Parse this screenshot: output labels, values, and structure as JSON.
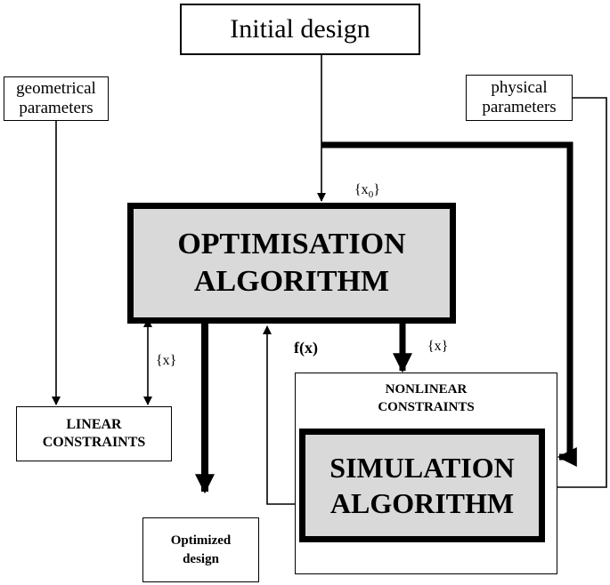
{
  "nodes": {
    "initial": "Initial design",
    "geom": [
      "geometrical",
      "parameters"
    ],
    "phys": [
      "physical",
      "parameters"
    ],
    "opt": [
      "OPTIMISATION",
      "ALGORITHM"
    ],
    "linear": [
      "LINEAR",
      "CONSTRAINTS"
    ],
    "nonlin": [
      "NONLINEAR",
      "CONSTRAINTS"
    ],
    "sim": [
      "SIMULATION",
      "ALGORITHM"
    ],
    "optimized": [
      "Optimized",
      "design"
    ]
  },
  "labels": {
    "x0_prefix": "{x",
    "x0_sub": "0",
    "x0_suffix": "}",
    "x_left": "{x}",
    "fx": "f(x)",
    "x_right": "{x}"
  }
}
